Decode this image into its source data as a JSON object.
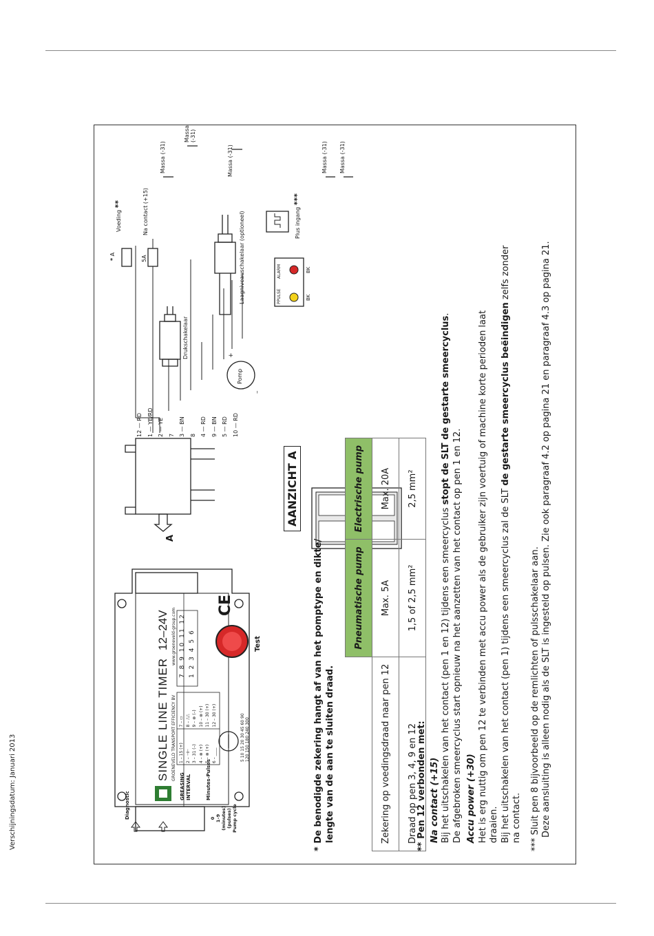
{
  "header": {
    "issue_date": "Verschijningsdatum: Januari 2013"
  },
  "device": {
    "title": "SINGLE LINE TIMER",
    "voltage": "12–24V",
    "company": "GROENEVELD TRANSPORT EFFICIENCY BV",
    "website": "www.groeneveld-group.com",
    "greasing_interval": "GREASING INTERVAL",
    "minutes_pulses": "Minutes-Pulses",
    "pump_cycle": "Pump cycle",
    "pump_cycle_range": "1–9",
    "pump_cycle_units": "(minutes) (pulses)",
    "pump_cycle_zero": "0",
    "diagnostic": "Diagnostic",
    "test_label": "Test",
    "ce_mark": "CE",
    "dial_values": [
      "5",
      "10",
      "15",
      "20",
      "30",
      "45",
      "60",
      "90",
      "120",
      "150",
      "180",
      "240",
      "300"
    ],
    "pin_legend": [
      "1 – 15 (+)",
      "2 – ⊣⊢",
      "3 – 31 (–)",
      "4 – ⊗ (+)",
      "5 – ⊗ (+)",
      "6 – ____",
      "7 – ▭",
      "8 – ⎍⎍",
      "9 – ⊗ (–)",
      "10 – ⊗ (+)",
      "11 – 30 (+)",
      "12 – 30 (+)"
    ],
    "pin_grid_top": [
      "7",
      "8",
      "9",
      "10",
      "11",
      "12"
    ],
    "pin_grid_bottom": [
      "1",
      "2",
      "3",
      "4",
      "5",
      "6"
    ]
  },
  "wiring": {
    "view_label": "A",
    "view_title": "AANZICHT A",
    "pins": [
      {
        "pin": "12",
        "color": "RD"
      },
      {
        "pin": "1",
        "color": "YE/RD"
      },
      {
        "pin": "2",
        "color": "YE"
      },
      {
        "pin": "7",
        "color": ""
      },
      {
        "pin": "3",
        "color": "BN"
      },
      {
        "pin": "8",
        "color": ""
      },
      {
        "pin": "4",
        "color": "RD"
      },
      {
        "pin": "9",
        "color": "BN"
      },
      {
        "pin": "5",
        "color": "RD"
      },
      {
        "pin": "10",
        "color": "RD"
      }
    ],
    "fuse_a_label": "A",
    "fuse_a_star": "*",
    "fuse_5a_label": "5A",
    "voeding_label": "Voeding",
    "voeding_stars": "**",
    "na_contact_label": "Na contact (+15)",
    "massa_label": "Massa (-31)",
    "drukschakelaar_label": "Drukschakelaar",
    "laagniveau_label": "Laagniveauschakelaar (optioneel)",
    "plus_ingang_label": "Plus ingang",
    "plus_ingang_stars": "***",
    "pomp_label": "Pomp",
    "led_pulse": "PPULSE",
    "led_alarm": "ALARM",
    "led_bk1": "BK",
    "led_bk2": "BK",
    "pomp_plus": "+",
    "pomp_minus": "–",
    "connector_numbers": [
      "12",
      "11",
      "10",
      "9",
      "8",
      "7",
      "6",
      "5",
      "4",
      "3",
      "2",
      "1"
    ]
  },
  "fuse_note": {
    "star": "*",
    "line1": "De benodigde zekering hangt af van het pomptype en dikte/",
    "line2": "lengte van de aan te sluiten draad."
  },
  "table": {
    "headers": [
      "Pneumatische pump",
      "Electrische pump"
    ],
    "rows": [
      {
        "label": "Zekering op voedingsdraad naar pen 12",
        "pneumatic": "Max. 5A",
        "electric": "Max. 20A"
      },
      {
        "label": "Draad op pen 3, 4, 9 en 12",
        "pneumatic": "1,5 of 2,5 mm²",
        "electric": "2,5 mm²"
      }
    ]
  },
  "notes": {
    "n2_title": "** Pen 12 verbonden met:",
    "na_contact_title": "Na contact (+15)",
    "na_contact_l1_pre": "Bij het uitschakelen van het contact (pen 1 en 12) tijdens een smeercyclus ",
    "na_contact_l1_bold": "stopt de SLT de gestarte smeercyclus",
    "na_contact_l1_post": ".",
    "na_contact_l2": "De afgebroken smeercyclus start opnieuw na het aanzetten van het contact op pen 1 en 12.",
    "accu_title": "Accu power (+30)",
    "accu_l1": "Het is erg nuttig om pen 12 te verbinden met accu power als de gebruiker zijn voertuig of machine korte perioden laat",
    "accu_l2": "draaien.",
    "accu_l3_pre": "Bij het uitschakelen van het contact (pen 1) tijdens een smeercyclus zal de SLT ",
    "accu_l3_bold": "de gestarte smeercyclus beëindigen",
    "accu_l3_post": " zelfs zonder",
    "accu_l4": "na contact.",
    "n3_l1": "*** Sluit pen 8 bijvoorbeeld op de remlichten of pulsschakelaar aan.",
    "n3_l2": "Deze aansluiting is alleen nodig als de SLT is ingesteld op pulsen. Zie ook paragraaf 4.2 op pagina 21 en paragraaf 4.3 op pagina 21."
  }
}
